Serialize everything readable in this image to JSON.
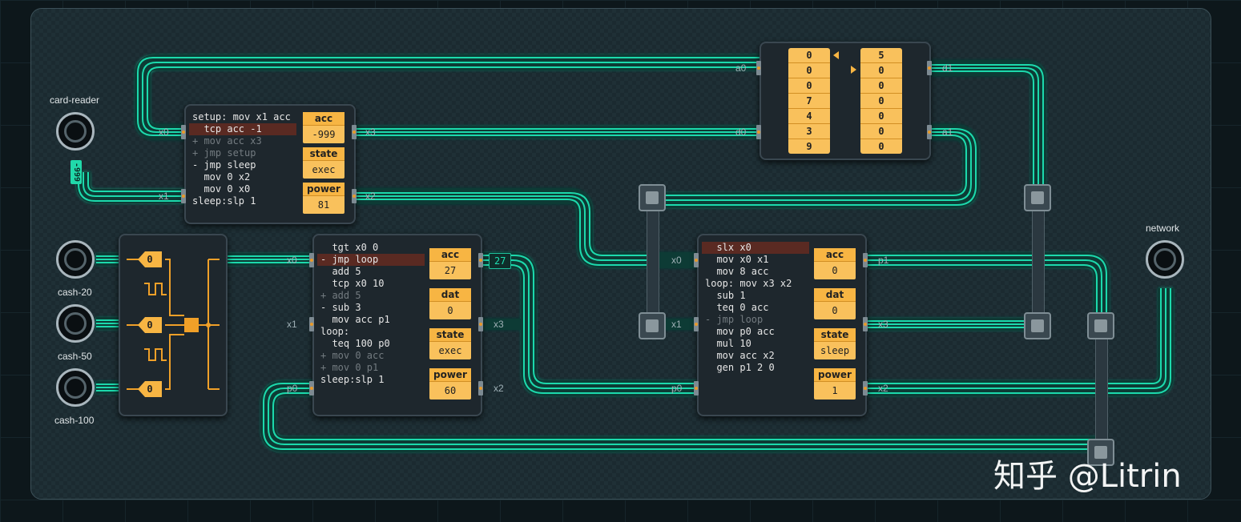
{
  "devices": {
    "card_reader": {
      "label": "card-reader",
      "value": "-999"
    },
    "cash20": {
      "label": "cash-20"
    },
    "cash50": {
      "label": "cash-50"
    },
    "cash100": {
      "label": "cash-100"
    },
    "network": {
      "label": "network"
    }
  },
  "chip1": {
    "lines": [
      {
        "t": "setup: mov x1 acc",
        "s": "n"
      },
      {
        "t": "  tcp acc -1",
        "s": "hl"
      },
      {
        "t": "+ mov acc x3",
        "s": "dim"
      },
      {
        "t": "+ jmp setup",
        "s": "dim"
      },
      {
        "t": "- jmp sleep",
        "s": "n"
      },
      {
        "t": "  mov 0 x2",
        "s": "n"
      },
      {
        "t": "  mov 0 x0",
        "s": "n"
      },
      {
        "t": "sleep:slp 1",
        "s": "n"
      }
    ],
    "regs": [
      {
        "label": "acc",
        "value": "-999"
      },
      {
        "label": "state",
        "value": "exec"
      },
      {
        "label": "power",
        "value": "81"
      }
    ],
    "ports": {
      "l0": "x0",
      "l1": "x1",
      "r0": "x3",
      "r1": "x2"
    }
  },
  "chip2": {
    "lines": [
      {
        "t": "  tgt x0 0",
        "s": "n"
      },
      {
        "t": "- jmp loop",
        "s": "hl"
      },
      {
        "t": "  add 5",
        "s": "n"
      },
      {
        "t": "  tcp x0 10",
        "s": "n"
      },
      {
        "t": "+ add 5",
        "s": "dim"
      },
      {
        "t": "- sub 3",
        "s": "n"
      },
      {
        "t": "  mov acc p1",
        "s": "n"
      },
      {
        "t": "loop:",
        "s": "n"
      },
      {
        "t": "  teq 100 p0",
        "s": "n"
      },
      {
        "t": "+ mov 0 acc",
        "s": "dim"
      },
      {
        "t": "+ mov 0 p1",
        "s": "dim"
      },
      {
        "t": "sleep:slp 1",
        "s": "n"
      }
    ],
    "regs": [
      {
        "label": "acc",
        "value": "27"
      },
      {
        "label": "dat",
        "value": "0"
      },
      {
        "label": "state",
        "value": "exec"
      },
      {
        "label": "power",
        "value": "60"
      }
    ],
    "ports": {
      "l0": "x0",
      "l1": "x1",
      "l2": "p0",
      "r0": "x3",
      "r1": "x2"
    },
    "signal": "27"
  },
  "chip3": {
    "lines": [
      {
        "t": "  slx x0",
        "s": "hl"
      },
      {
        "t": "  mov x0 x1",
        "s": "n"
      },
      {
        "t": "  mov 8 acc",
        "s": "n"
      },
      {
        "t": "loop: mov x3 x2",
        "s": "n"
      },
      {
        "t": "  sub 1",
        "s": "n"
      },
      {
        "t": "  teq 0 acc",
        "s": "n"
      },
      {
        "t": "- jmp loop",
        "s": "dim"
      },
      {
        "t": "  mov p0 acc",
        "s": "n"
      },
      {
        "t": "  mul 10",
        "s": "n"
      },
      {
        "t": "  mov acc x2",
        "s": "n"
      },
      {
        "t": "  gen p1 2 0",
        "s": "n"
      }
    ],
    "regs": [
      {
        "label": "acc",
        "value": "0"
      },
      {
        "label": "dat",
        "value": "0"
      },
      {
        "label": "state",
        "value": "sleep"
      },
      {
        "label": "power",
        "value": "1"
      }
    ],
    "ports": {
      "l0": "x0",
      "l1": "x1",
      "l2": "p0",
      "r0": "p1",
      "r1": "x3",
      "r2": "x2"
    }
  },
  "ram": {
    "left": [
      "0",
      "0",
      "0",
      "7",
      "4",
      "3",
      "9"
    ],
    "right": [
      "5",
      "0",
      "0",
      "0",
      "0",
      "0",
      "0"
    ],
    "ports": {
      "a0": "a0",
      "d0": "d0",
      "d1": "d1",
      "a1": "a1"
    }
  },
  "cashchip": {
    "values": [
      "0",
      "0",
      "0"
    ]
  },
  "watermark": "知乎 @Litrin"
}
